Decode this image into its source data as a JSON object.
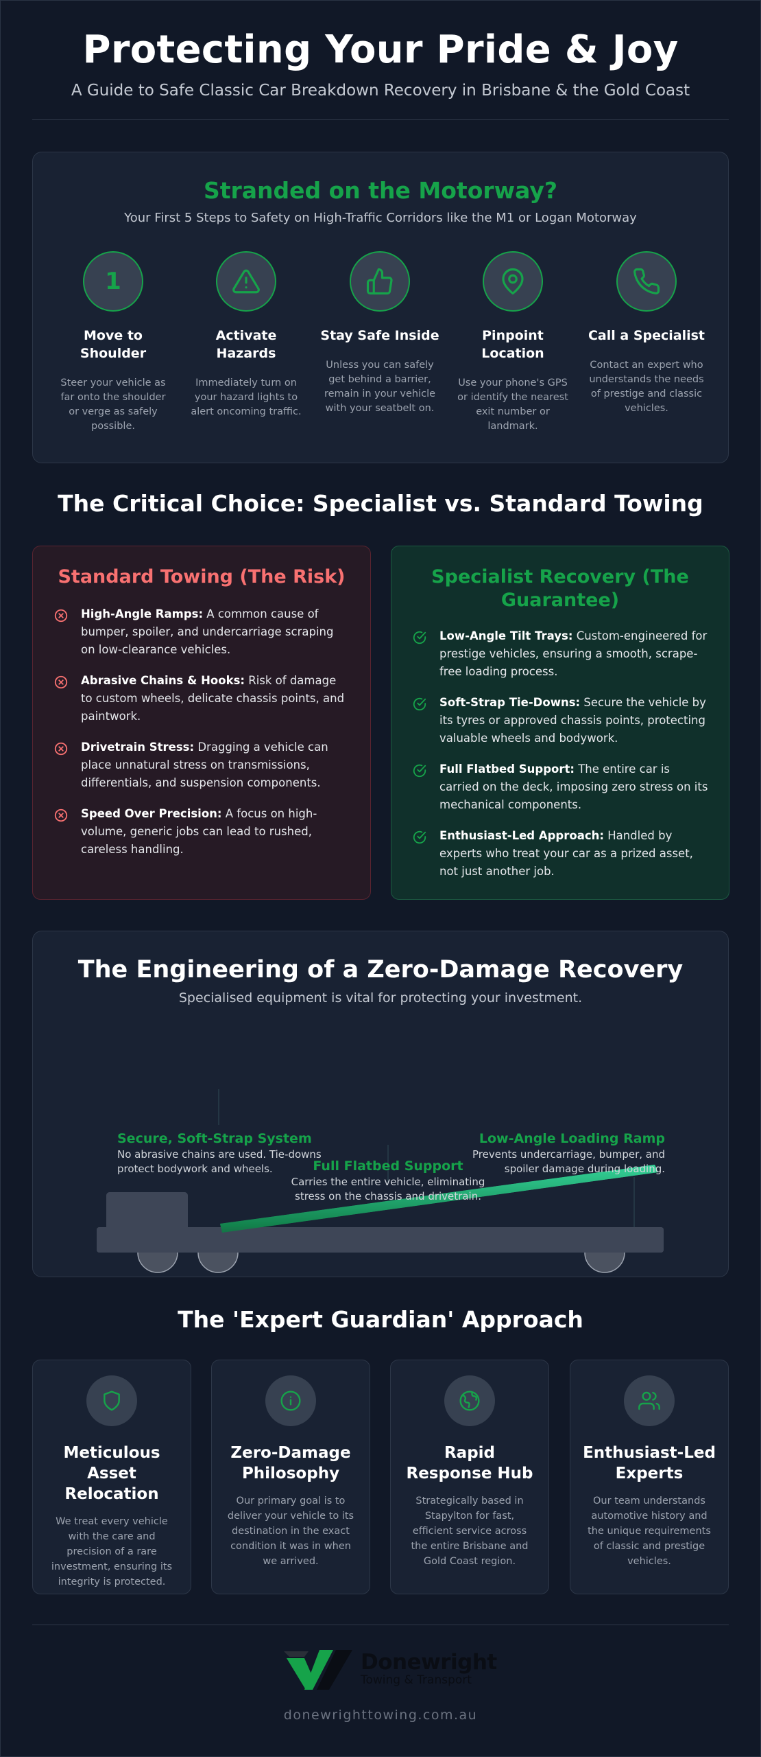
{
  "header": {
    "title": "Protecting Your Pride & Joy",
    "subtitle": "A Guide to Safe Classic Car Breakdown Recovery in Brisbane & the Gold Coast"
  },
  "stranded": {
    "title": "Stranded on the Motorway?",
    "subtitle": "Your First 5 Steps to Safety on High-Traffic Corridors like the M1 or Logan Motorway",
    "steps": [
      {
        "icon": "number-1-icon",
        "number": "1",
        "title": "Move to Shoulder",
        "desc": "Steer your vehicle as far onto the shoulder or verge as safely possible."
      },
      {
        "icon": "warning-triangle-icon",
        "title": "Activate Hazards",
        "desc": "Immediately turn on your hazard lights to alert oncoming traffic."
      },
      {
        "icon": "thumbs-up-icon",
        "title": "Stay Safe Inside",
        "desc": "Unless you can safely get behind a barrier, remain in your vehicle with your seatbelt on."
      },
      {
        "icon": "map-pin-icon",
        "title": "Pinpoint Location",
        "desc": "Use your phone's GPS or identify the nearest exit number or landmark."
      },
      {
        "icon": "phone-icon",
        "title": "Call a Specialist",
        "desc": "Contact an expert who understands the needs of prestige and classic vehicles."
      }
    ]
  },
  "choice": {
    "title": "The Critical Choice: Specialist vs. Standard Towing",
    "standard": {
      "title": "Standard Towing (The Risk)",
      "items": [
        {
          "bold": "High-Angle Ramps:",
          "text": " A common cause of bumper, spoiler, and undercarriage scraping on low-clearance vehicles."
        },
        {
          "bold": "Abrasive Chains & Hooks:",
          "text": " Risk of damage to custom wheels, delicate chassis points, and paintwork."
        },
        {
          "bold": "Drivetrain Stress:",
          "text": " Dragging a vehicle can place unnatural stress on transmissions, differentials, and suspension components."
        },
        {
          "bold": "Speed Over Precision:",
          "text": " A focus on high-volume, generic jobs can lead to rushed, careless handling."
        }
      ]
    },
    "specialist": {
      "title": "Specialist Recovery (The Guarantee)",
      "items": [
        {
          "bold": "Low-Angle Tilt Trays:",
          "text": " Custom-engineered for prestige vehicles, ensuring a smooth, scrape-free loading process."
        },
        {
          "bold": "Soft-Strap Tie-Downs:",
          "text": " Secure the vehicle by its tyres or approved chassis points, protecting valuable wheels and bodywork."
        },
        {
          "bold": "Full Flatbed Support:",
          "text": " The entire car is carried on the deck, imposing zero stress on its mechanical components."
        },
        {
          "bold": "Enthusiast-Led Approach:",
          "text": " Handled by experts who treat your car as a prized asset, not just another job."
        }
      ]
    }
  },
  "engineering": {
    "title": "The Engineering of a Zero-Damage Recovery",
    "subtitle": "Specialised equipment is vital for protecting your investment.",
    "labels": {
      "straps": {
        "title": "Secure, Soft-Strap System",
        "desc": "No abrasive chains are used. Tie-downs protect bodywork and wheels."
      },
      "ramp": {
        "title": "Low-Angle Loading Ramp",
        "desc": "Prevents undercarriage, bumper, and spoiler damage during loading."
      },
      "flatbed": {
        "title": "Full Flatbed Support",
        "desc": "Carries the entire vehicle, eliminating stress on the chassis and drivetrain."
      }
    }
  },
  "guardian": {
    "title": "The 'Expert Guardian' Approach",
    "cards": [
      {
        "icon": "shield-icon",
        "title": "Meticulous Asset Relocation",
        "desc": "We treat every vehicle with the care and precision of a rare investment, ensuring its integrity is protected."
      },
      {
        "icon": "info-icon",
        "title": "Zero-Damage Philosophy",
        "desc": "Our primary goal is to deliver your vehicle to its destination in the exact condition it was in when we arrived."
      },
      {
        "icon": "globe-icon",
        "title": "Rapid Response Hub",
        "desc": "Strategically based in Stapylton for fast, efficient service across the entire Brisbane and Gold Coast region."
      },
      {
        "icon": "users-icon",
        "title": "Enthusiast-Led Experts",
        "desc": "Our team understands automotive history and the unique requirements of classic and prestige vehicles."
      }
    ]
  },
  "footer": {
    "brand_name": "Donewright",
    "brand_sub": "Towing & Transport",
    "website": "donewrighttowing.com.au"
  },
  "colors": {
    "background": "#111827",
    "card": "#192233",
    "accent_green": "#16a34a",
    "risk_red": "#f87171"
  }
}
